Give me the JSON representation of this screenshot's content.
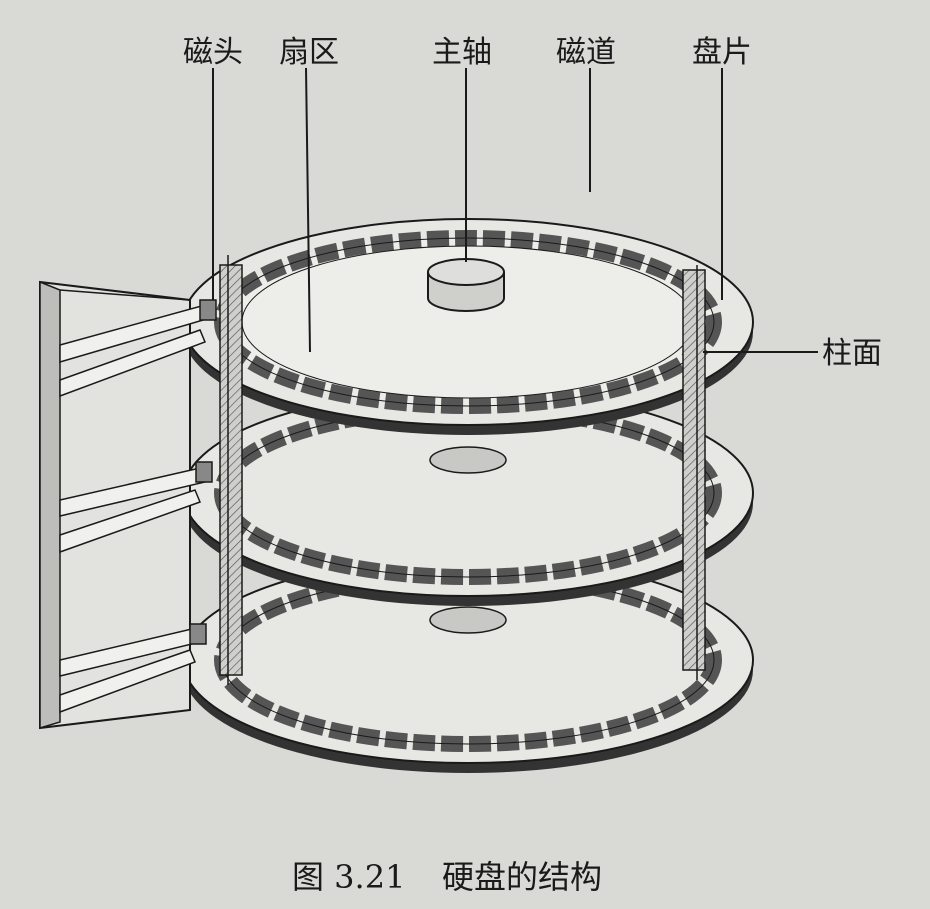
{
  "labels": {
    "head": "磁头",
    "sector": "扇区",
    "spindle": "主轴",
    "track": "磁道",
    "platter": "盘片",
    "cylinder": "柱面"
  },
  "caption": {
    "number": "图 3.21",
    "title": "硬盘的结构"
  },
  "colors": {
    "paper": "#d9d9d6",
    "ink": "#1a1a1a",
    "platter": "#e7e7e3",
    "track": "#b9b9b5",
    "shadow": "#3d3d3d"
  }
}
